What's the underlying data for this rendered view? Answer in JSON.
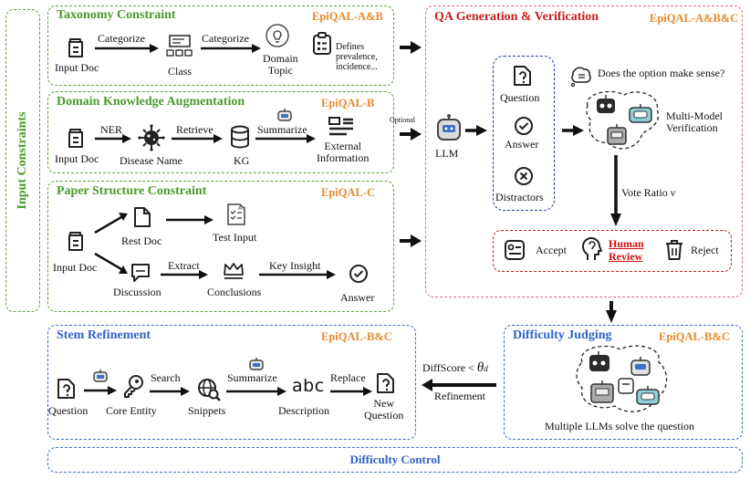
{
  "input_constraints": "Input Constraints",
  "taxonomy": {
    "title": "Taxonomy Constraint",
    "tag": "EpiQAL-A&B",
    "input_doc": "Input Doc",
    "categorize1": "Categorize",
    "class": "Class",
    "categorize2": "Categorize",
    "domain_topic": "Domain\nTopic",
    "defines": "Defines\nprevalence,\nincidence..."
  },
  "domain": {
    "title": "Domain Knowledge Augmentation",
    "tag": "EpiQAL-B",
    "input_doc": "Input Doc",
    "ner": "NER",
    "disease_name": "Disease Name",
    "retrieve": "Retrieve",
    "kg": "KG",
    "summarize": "Summarize",
    "external": "External\nInformation"
  },
  "paper": {
    "title": "Paper Structure Constraint",
    "tag": "EpiQAL-C",
    "input_doc": "Input Doc",
    "rest_doc": "Rest Doc",
    "test_input": "Test Input",
    "discussion": "Discussion",
    "extract": "Extract",
    "conclusions": "Conclusions",
    "key_insight": "Key Insight",
    "answer": "Answer"
  },
  "optional": "Optional",
  "qa": {
    "title": "QA Generation & Verification",
    "tag": "EpiQAL-A&B&C",
    "llm": "LLM",
    "question": "Question",
    "answer": "Answer",
    "distractors": "Distractors",
    "sense": "Does the option make sense?",
    "multi_model": "Multi-Model\nVerification",
    "vote_ratio": "Vote Ratio ν",
    "accept": "Accept",
    "human_review": "Human\nReview",
    "reject": "Reject"
  },
  "stem": {
    "title": "Stem Refinement",
    "tag": "EpiQAL-B&C",
    "question": "Question",
    "core_entity": "Core Entity",
    "search": "Search",
    "snippets": "Snippets",
    "summarize": "Summarize",
    "description": "Description",
    "abc": "abc",
    "replace": "Replace",
    "new_question": "New\nQuestion"
  },
  "diffscore": "DiffScore < θd",
  "refinement": "Refinement",
  "difficulty": {
    "title": "Difficulty Judging",
    "tag": "EpiQAL-B&C",
    "caption": "Multiple LLMs solve the question"
  },
  "difficulty_control": "Difficulty Control",
  "colors": {
    "green": "#5aa33a",
    "pink": "#e8667a",
    "blue": "#3e6fc4",
    "orange": "#e88a2a",
    "red": "#c81f1f"
  },
  "icons": [
    "document-icon",
    "presentation-icon",
    "lightbulb-icon",
    "clipboard-icon",
    "virus-icon",
    "database-icon",
    "text-lines-icon",
    "robot-icon",
    "file-icon",
    "checklist-icon",
    "chat-icon",
    "crown-icon",
    "check-circle-icon",
    "question-file-icon",
    "x-circle-icon",
    "thought-bubble-icon",
    "head-icon",
    "trash-icon",
    "key-icon",
    "globe-search-icon"
  ]
}
